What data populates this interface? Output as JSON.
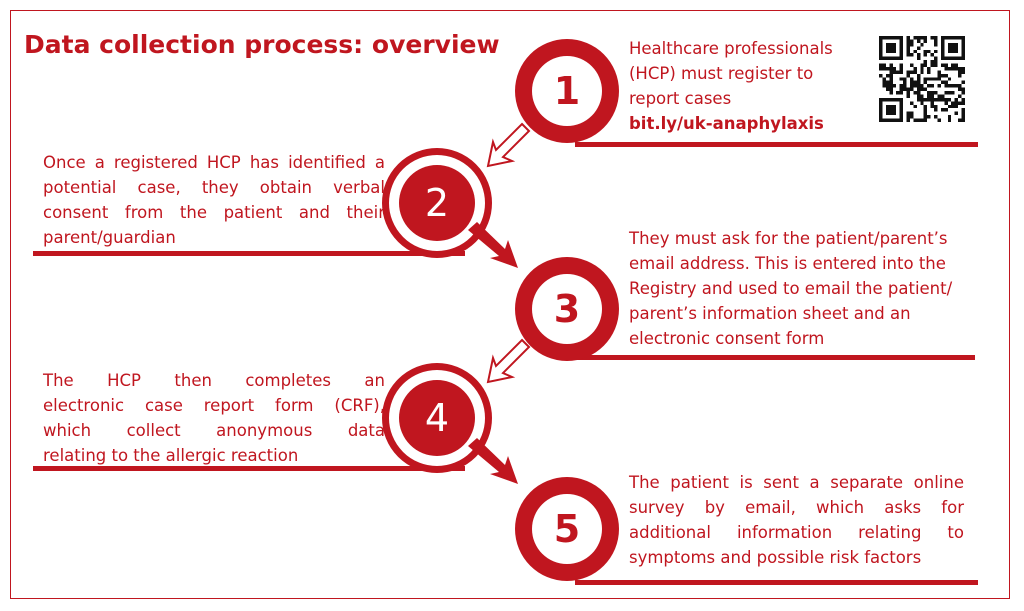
{
  "title": "Data collection process: overview",
  "colors": {
    "accent": "#c0161f",
    "background": "#ffffff"
  },
  "steps": [
    {
      "number": "1",
      "lines": [
        "Healthcare professionals",
        "(HCP) must register to",
        "report cases"
      ],
      "link": "bit.ly/uk-anaphylaxis"
    },
    {
      "number": "2",
      "lines": [
        "Once a registered HCP has identified a",
        "potential case, they obtain verbal",
        "consent from the patient and their",
        "parent/guardian"
      ]
    },
    {
      "number": "3",
      "lines": [
        "They must ask for the patient/parent’s",
        "email address. This is entered into the",
        "Registry and used to email the patient/",
        "parent’s information sheet and an",
        "electronic consent form"
      ]
    },
    {
      "number": "4",
      "lines": [
        "The HCP then completes an",
        "electronic case report form (CRF),",
        "which collect anonymous data",
        "relating to the allergic reaction"
      ]
    },
    {
      "number": "5",
      "lines": [
        "The patient is sent a separate online",
        "survey by email, which asks for",
        "additional information relating to",
        "symptoms and possible risk factors"
      ]
    }
  ],
  "icons": {
    "qr": "qr-code-icon",
    "arrow_outline": "outline-arrow-icon",
    "arrow_solid": "solid-arrow-icon"
  }
}
